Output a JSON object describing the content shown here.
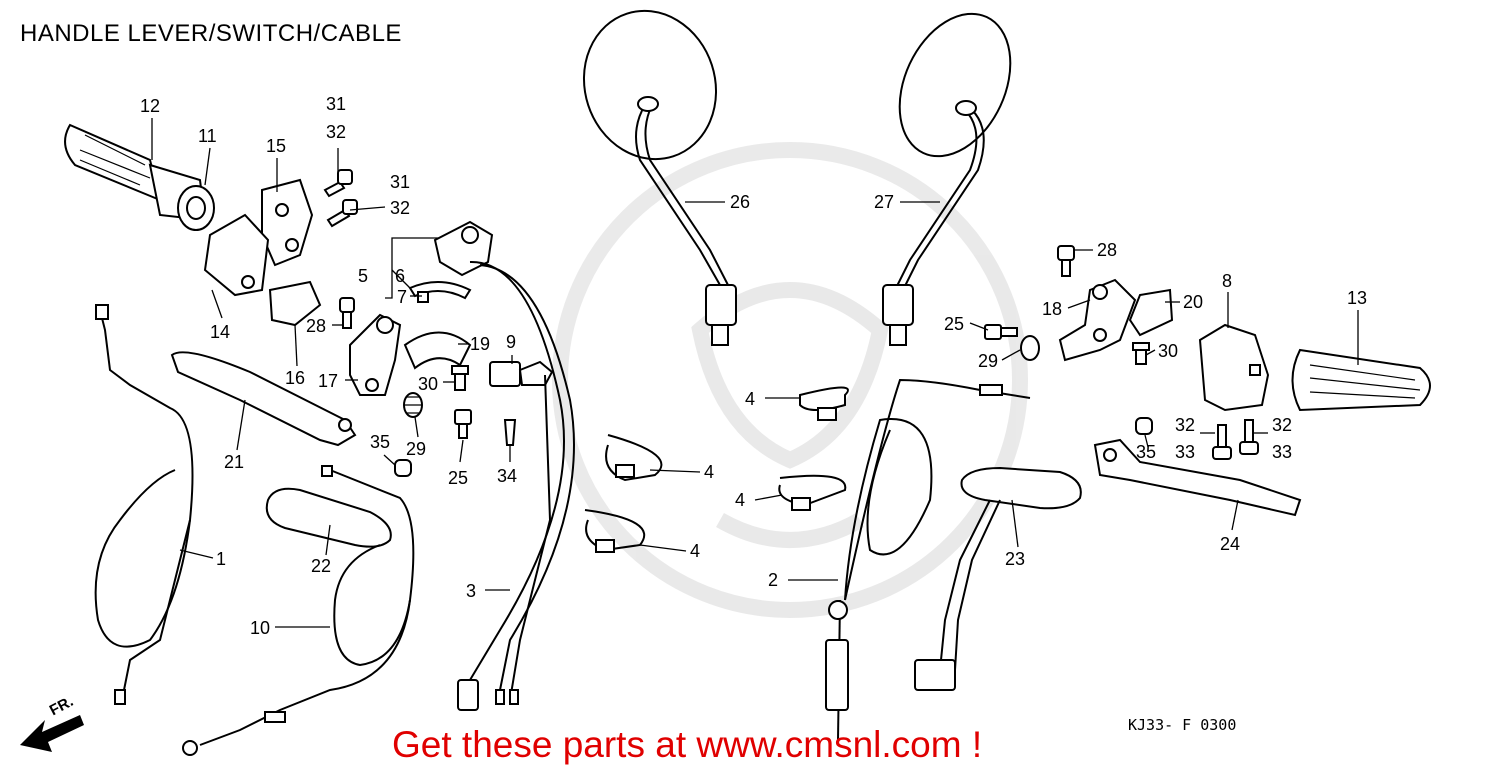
{
  "title": "HANDLE LEVER/SWITCH/CABLE",
  "diagram_code": "KJ33- F 0300",
  "promo_text": "Get these parts at www.cmsnl.com !",
  "direction_label": "FR.",
  "callouts": [
    "12",
    "11",
    "15",
    "31",
    "32",
    "31",
    "32",
    "14",
    "5",
    "6",
    "7",
    "28",
    "16",
    "17",
    "19",
    "9",
    "30",
    "29",
    "25",
    "34",
    "21",
    "35",
    "22",
    "1",
    "10",
    "3",
    "26",
    "27",
    "28",
    "18",
    "20",
    "8",
    "13",
    "25",
    "29",
    "30",
    "4",
    "4",
    "4",
    "4",
    "32",
    "33",
    "32",
    "33",
    "35",
    "2",
    "23",
    "24"
  ],
  "colors": {
    "promo": "#e00000",
    "line": "#000000",
    "watermark": "#d8d8d8"
  }
}
